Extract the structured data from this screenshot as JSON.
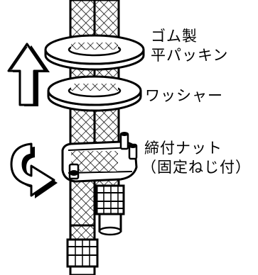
{
  "labels": {
    "gasket": [
      "ゴム製",
      "平パッキン"
    ],
    "washer": "ワッシャー",
    "nut": [
      "締付ナット",
      "（固定ねじ付）"
    ]
  },
  "icons": {
    "up_arrow": "arrow-up-icon",
    "rotate_arrow": "rotate-arrow-icon"
  },
  "colors": {
    "ink": "#000000",
    "paper": "#ffffff"
  }
}
